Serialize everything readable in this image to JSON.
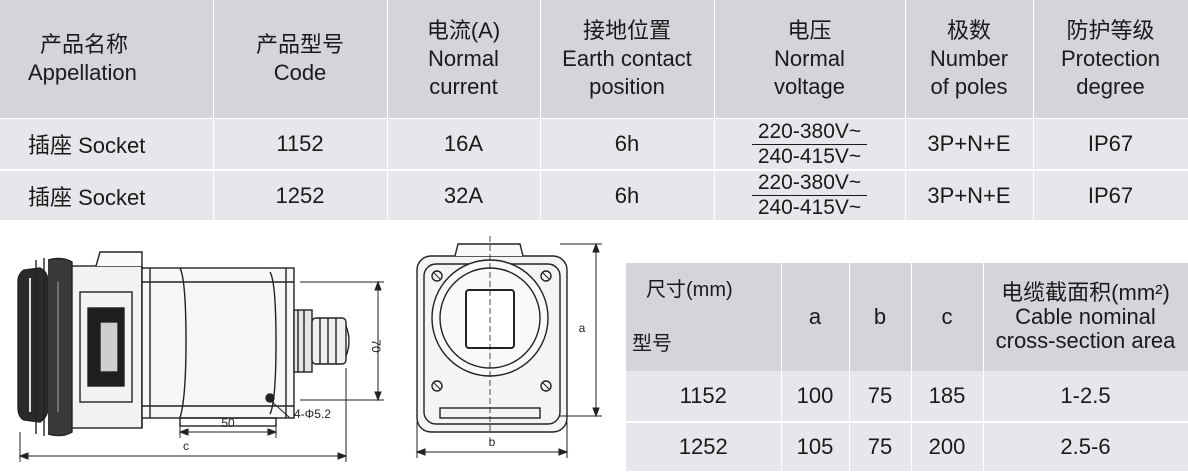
{
  "spec_table": {
    "headers": [
      {
        "zh": "产品名称",
        "en": "Appellation"
      },
      {
        "zh": "产品型号",
        "en": "Code"
      },
      {
        "zh": "电流(A)",
        "en": "Normal",
        "en2": "current"
      },
      {
        "zh": "接地位置",
        "en": "Earth contact",
        "en2": "position"
      },
      {
        "zh": "电压",
        "en": "Normal",
        "en2": "voltage"
      },
      {
        "zh": "极数",
        "en": "Number",
        "en2": "of poles"
      },
      {
        "zh": "防护等级",
        "en": "Protection",
        "en2": "degree"
      }
    ],
    "rows": [
      {
        "name": "插座 Socket",
        "code": "1152",
        "current": "16A",
        "earth": "6h",
        "voltage_top": "220-380V~",
        "voltage_bottom": "240-415V~",
        "poles": "3P+N+E",
        "protection": "IP67"
      },
      {
        "name": "插座 Socket",
        "code": "1252",
        "current": "32A",
        "earth": "6h",
        "voltage_top": "220-380V~",
        "voltage_bottom": "240-415V~",
        "poles": "3P+N+E",
        "protection": "IP67"
      }
    ]
  },
  "drawing": {
    "label_70": "70",
    "label_50": "50",
    "label_hole": "4-Φ5.2",
    "label_c": "c",
    "label_a": "a",
    "label_b": "b"
  },
  "dim_table": {
    "corner_size": "尺寸(mm)",
    "corner_model": "型号",
    "col_a": "a",
    "col_b": "b",
    "col_c": "c",
    "cable_zh": "电缆截面积(mm²)",
    "cable_en1": "Cable nominal",
    "cable_en2": "cross-section area",
    "rows": [
      {
        "model": "1152",
        "a": "100",
        "b": "75",
        "c": "185",
        "cable": "1-2.5"
      },
      {
        "model": "1252",
        "a": "105",
        "b": "75",
        "c": "200",
        "cable": "2.5-6"
      }
    ]
  },
  "colors": {
    "header_bg": "#d3d5da",
    "row_bg": "#e6e7ea"
  }
}
